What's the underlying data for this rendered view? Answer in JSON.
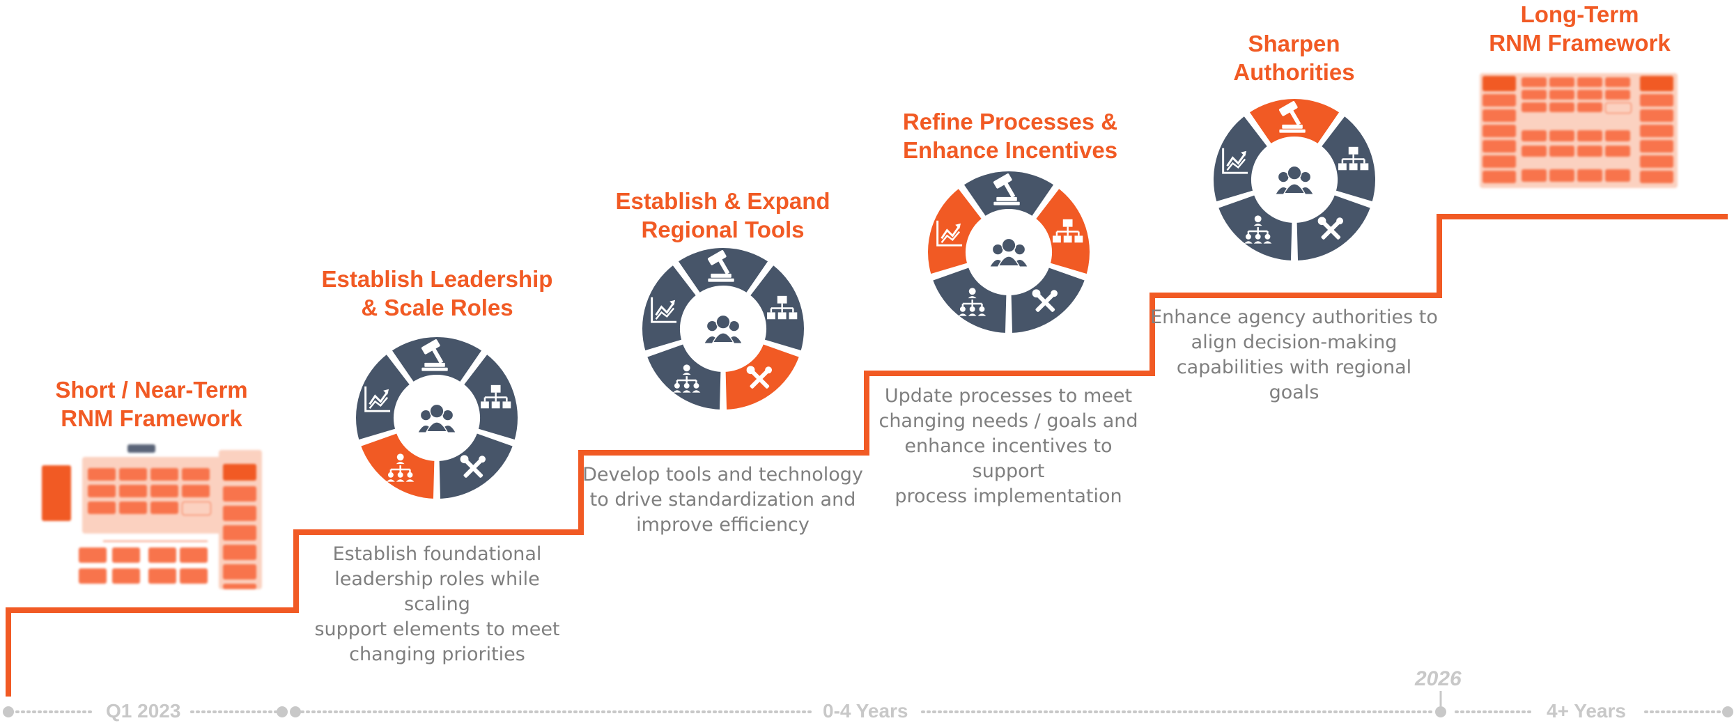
{
  "colors": {
    "accent": "#f15a24",
    "slate": "#475569",
    "text_gray": "#7f7f7f",
    "timeline_gray": "#c8c8c8"
  },
  "stages": [
    {
      "title_lines": [
        "Short / Near-Term",
        "RNM Framework"
      ],
      "visual": "org-chart-thumbnail"
    },
    {
      "title_lines": [
        "Establish Leadership",
        "& Scale Roles"
      ],
      "desc_lines": [
        "Establish foundational",
        "leadership roles while scaling",
        "support elements to meet",
        "changing priorities"
      ],
      "highlighted_segments": [
        "hierarchy-icon"
      ]
    },
    {
      "title_lines": [
        "Establish & Expand",
        "Regional Tools"
      ],
      "desc_lines": [
        "Develop tools and technology",
        "to drive standardization and",
        "improve efficiency"
      ],
      "highlighted_segments": [
        "tools-icon"
      ]
    },
    {
      "title_lines": [
        "Refine Processes &",
        "Enhance Incentives"
      ],
      "desc_lines": [
        "Update processes to meet",
        "changing needs / goals and",
        "enhance incentives to support",
        "process implementation"
      ],
      "highlighted_segments": [
        "org-chart-icon",
        "chart-growth-icon"
      ]
    },
    {
      "title_lines": [
        "Sharpen",
        "Authorities"
      ],
      "desc_lines": [
        "Enhance agency authorities to",
        "align decision-making",
        "capabilities with regional goals"
      ],
      "highlighted_segments": [
        "gavel-icon"
      ]
    },
    {
      "title_lines": [
        "Long-Term",
        "RNM Framework"
      ],
      "visual": "org-chart-thumbnail"
    }
  ],
  "timeline": {
    "labels": [
      "Q1 2023",
      "0-4 Years",
      "4+ Years"
    ],
    "milestone_year": "2026"
  }
}
